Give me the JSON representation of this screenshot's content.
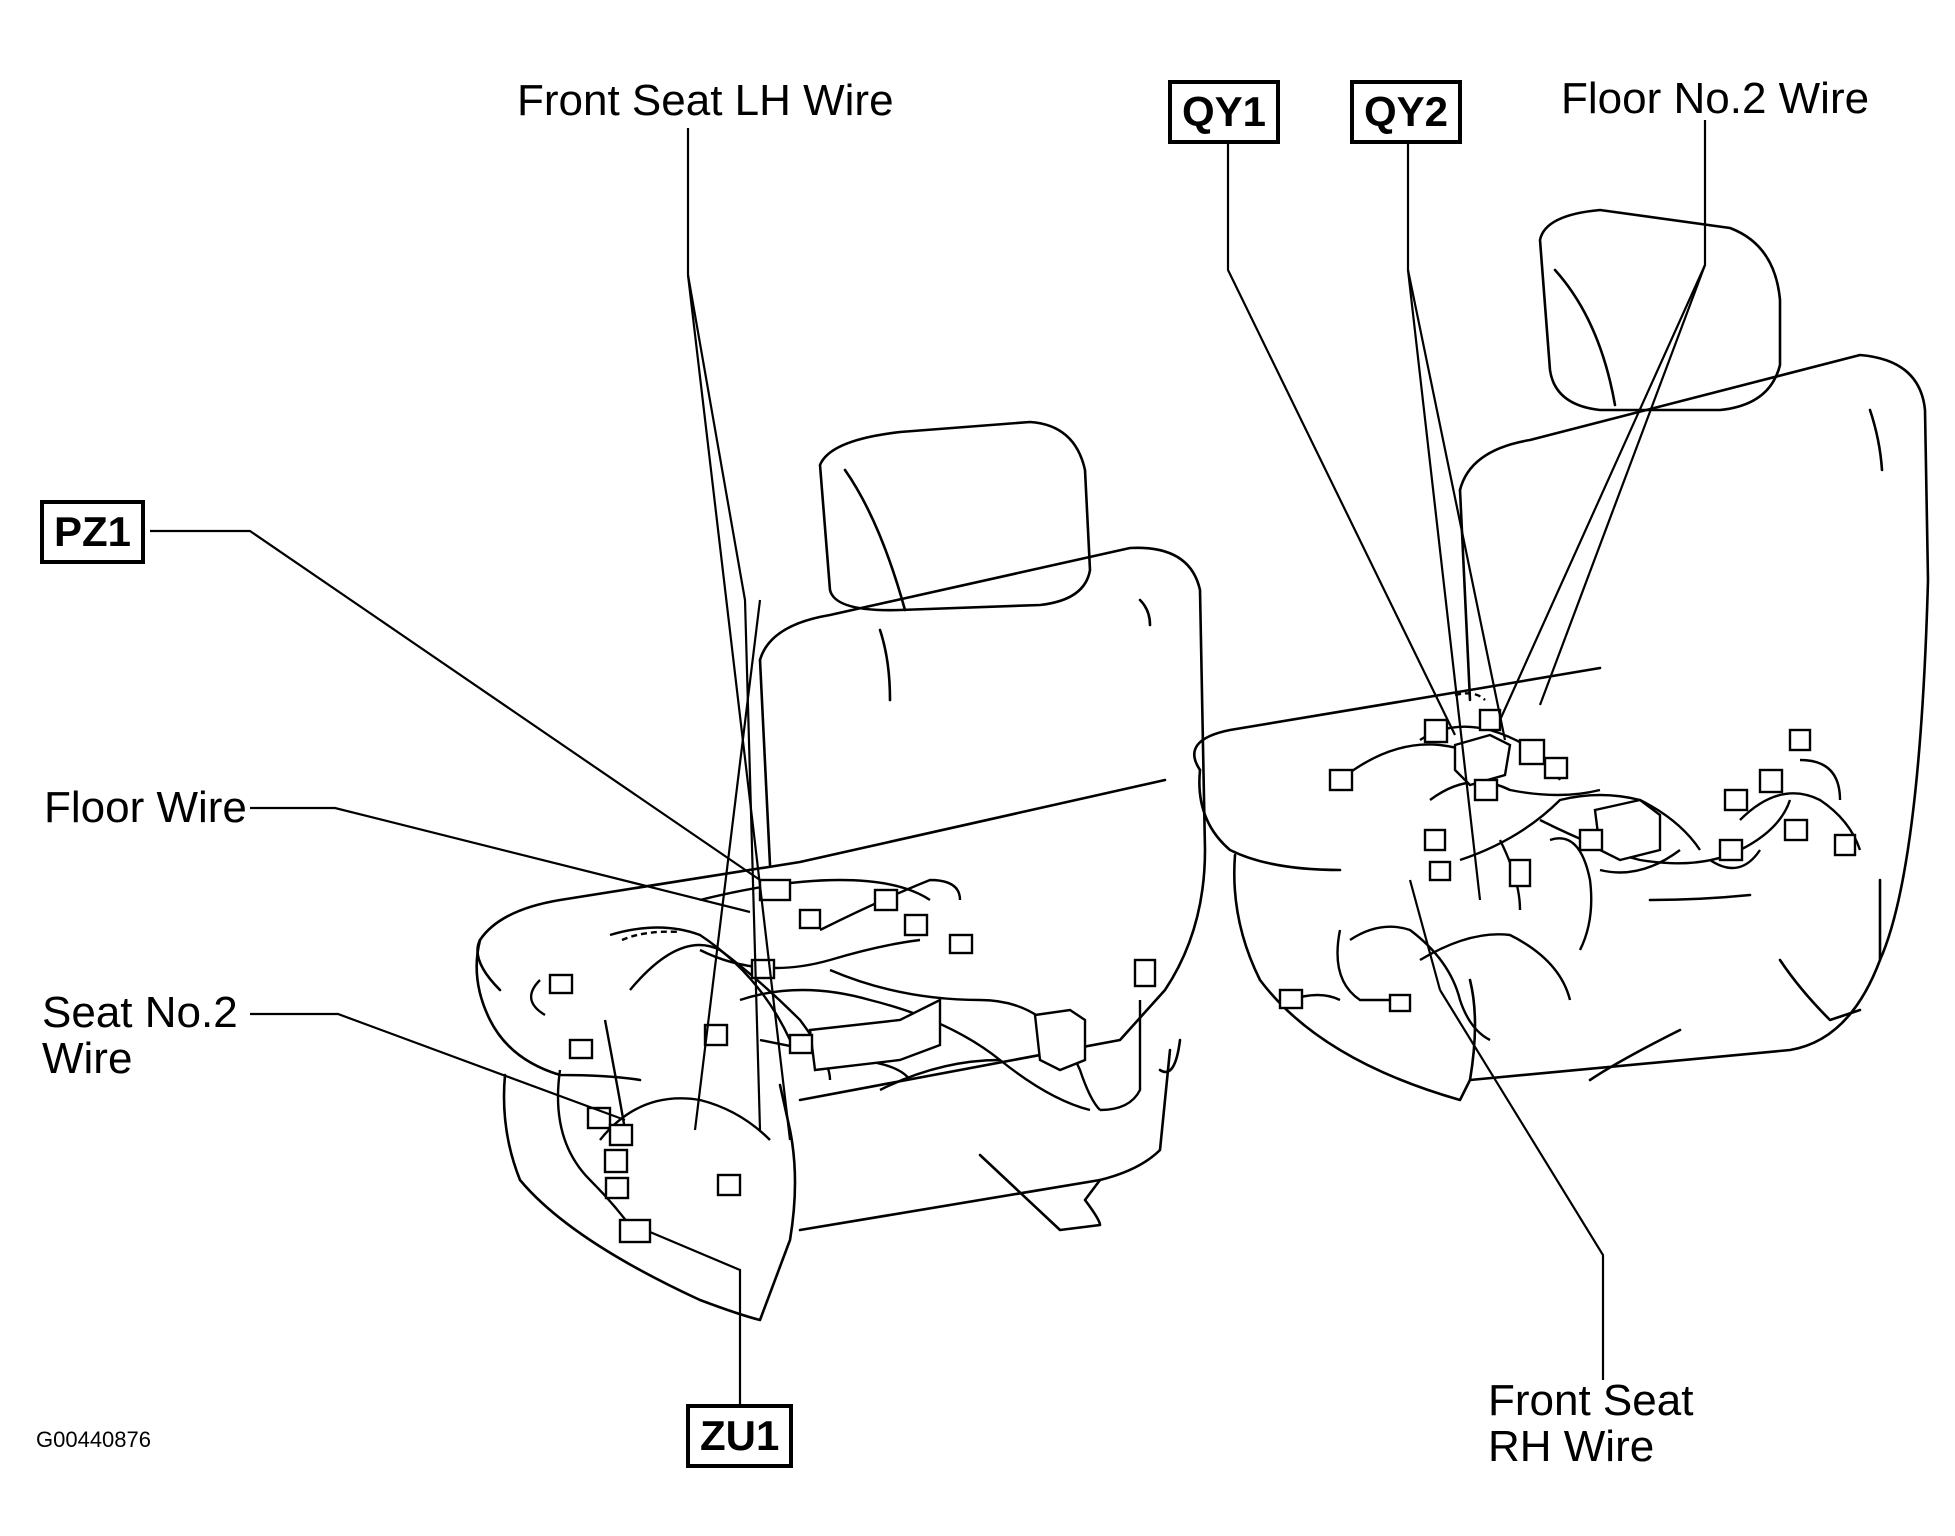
{
  "labels": {
    "front_seat_lh_wire": "Front Seat LH Wire",
    "floor_no2_wire": "Floor No.2 Wire",
    "floor_wire": "Floor Wire",
    "seat_no2_wire_line1": "Seat No.2",
    "seat_no2_wire_line2": "Wire",
    "front_seat_rh_wire_line1": "Front Seat",
    "front_seat_rh_wire_line2": "RH Wire"
  },
  "connectors": {
    "qy1": "QY1",
    "qy2": "QY2",
    "pz1": "PZ1",
    "zu1": "ZU1"
  },
  "figure_id": "G00440876"
}
